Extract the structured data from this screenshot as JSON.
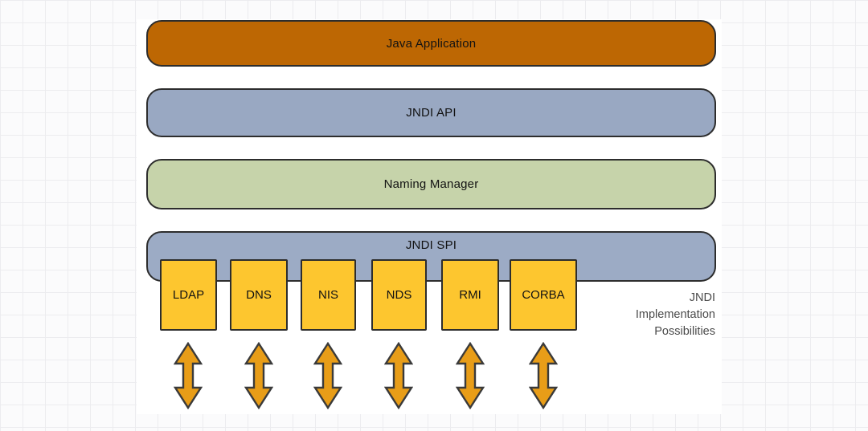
{
  "page": {
    "background_color": "#fbfbfc",
    "grid_line_color": "#ececef",
    "diagram_background": "#ffffff"
  },
  "diagram": {
    "layers": [
      {
        "id": "java-application",
        "label": "Java Application",
        "fill": "#bd6703"
      },
      {
        "id": "jndi-api",
        "label": "JNDI API",
        "fill": "#99a8c2"
      },
      {
        "id": "naming-manager",
        "label": "Naming Manager",
        "fill": "#c6d3aa"
      },
      {
        "id": "jndi-spi",
        "label": "JNDI SPI",
        "fill": "#9cabc5"
      }
    ],
    "implementations": [
      {
        "label": "LDAP"
      },
      {
        "label": "DNS"
      },
      {
        "label": "NIS"
      },
      {
        "label": "NDS"
      },
      {
        "label": "RMI"
      },
      {
        "label": "CORBA"
      }
    ],
    "implementation_box_fill": "#fdc62f",
    "arrow_fill": "#e89d18",
    "outline_color": "#2d2d2d",
    "annotation": {
      "lines": [
        "JNDI",
        "Implementation",
        "Possibilities"
      ],
      "color": "#4a4a4a"
    }
  }
}
